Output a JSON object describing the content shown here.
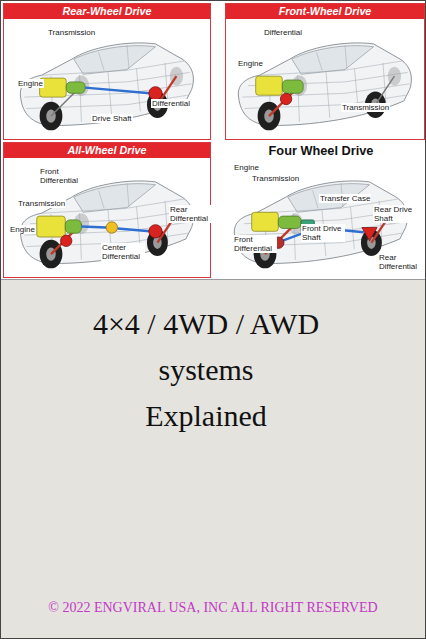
{
  "diagram": {
    "title": "4×4 / 4WD / AWD systems Explained",
    "caption": "© 2022 ENGVIRAL USA, INC ALL RIGHT RESERVED",
    "nodes": [
      {
        "text": [
          "Rear-Wheel Drive"
        ]
      },
      {
        "text": [
          "Front-Wheel Drive"
        ]
      },
      {
        "text": [
          "All-Wheel Drive"
        ]
      },
      {
        "text": [
          "Four Wheel Drive"
        ]
      }
    ],
    "labels": [
      "Transmission",
      "Engine",
      "Drive Shaft",
      "Differential",
      "Differential",
      "Engine",
      "Transmission",
      "Front Differential",
      "Transmission",
      "Engine",
      "Center Differential",
      "Rear Differential",
      "Engine",
      "Transmission",
      "Transfer Case",
      "Rear Drive Shaft",
      "Front Drive Shaft",
      "Front Differential",
      "Rear Differential"
    ]
  }
}
